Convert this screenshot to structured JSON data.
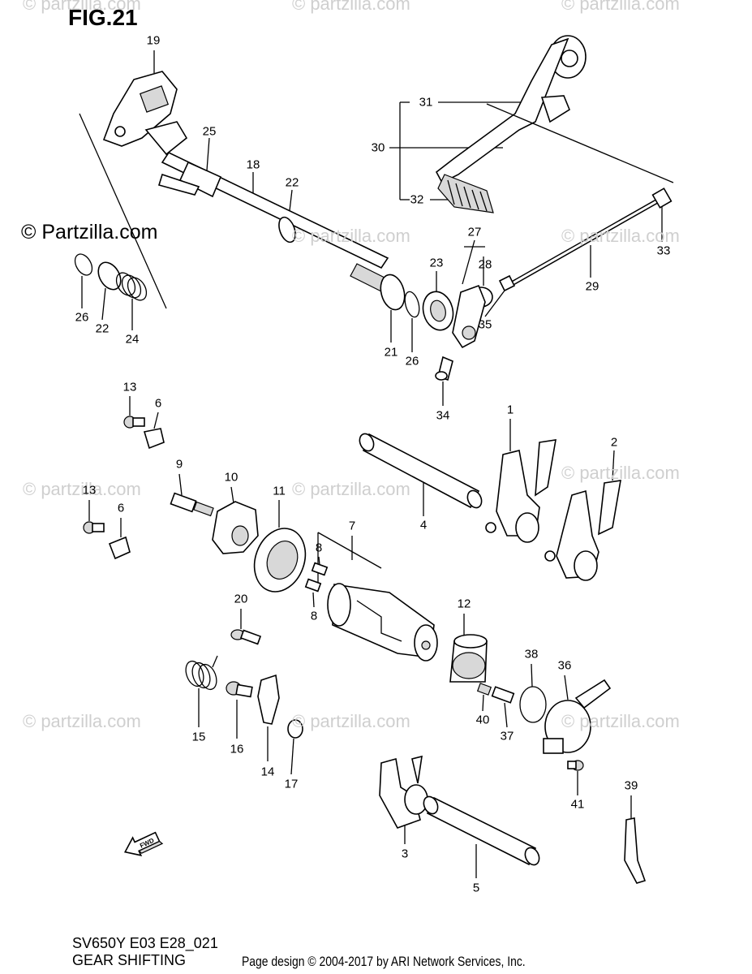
{
  "figure": {
    "title": "FIG.21"
  },
  "diagram": {
    "code": "SV650Y E03 E28_021",
    "section": "GEAR SHIFTING",
    "credit": "Page design © 2004-2017 by ARI Network Services, Inc."
  },
  "watermark": {
    "text": "© Partzilla.com",
    "small": "© partzilla.com"
  },
  "callouts": [
    "19",
    "25",
    "18",
    "22",
    "31",
    "30",
    "32",
    "27",
    "28",
    "23",
    "33",
    "29",
    "26",
    "22",
    "24",
    "21",
    "26",
    "35",
    "34",
    "13",
    "6",
    "1",
    "2",
    "9",
    "10",
    "11",
    "7",
    "4",
    "13",
    "6",
    "8",
    "8",
    "20",
    "12",
    "38",
    "36",
    "15",
    "16",
    "14",
    "17",
    "40",
    "37",
    "41",
    "3",
    "5",
    "39"
  ],
  "icons": {
    "front_arrow": "fwd-arrow-icon",
    "front_label": "FWD"
  }
}
